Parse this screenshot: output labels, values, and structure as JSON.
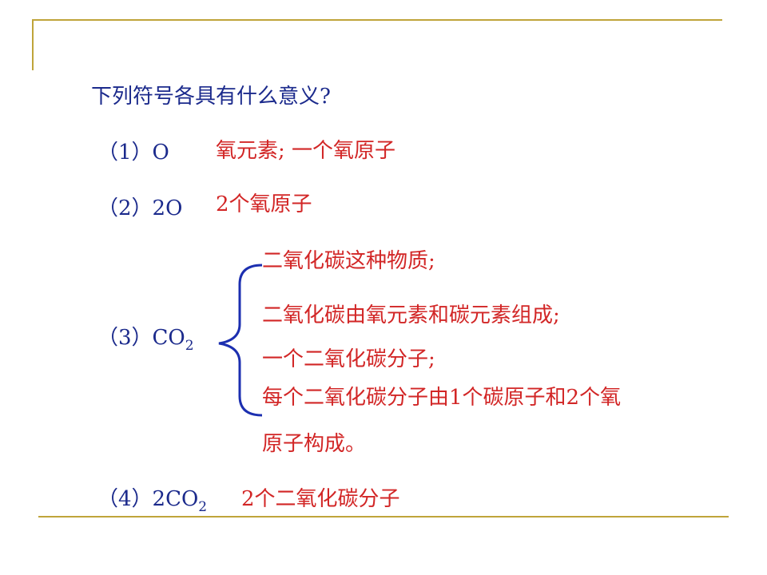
{
  "question": "下列符号各具有什么意义?",
  "items": [
    {
      "label": "（1）O",
      "answer": "氧元素; 一个氧原子"
    },
    {
      "label": "（2）2O",
      "answer": "2个氧原子"
    },
    {
      "label_prefix": "（3）CO",
      "label_sub": "2",
      "meanings": [
        "二氧化碳这种物质;",
        "二氧化碳由氧元素和碳元素组成;",
        "一个二氧化碳分子;",
        "每个二氧化碳分子由1个碳原子和2个氧",
        "原子构成。"
      ]
    },
    {
      "label_prefix": "（4）2CO",
      "label_sub": "2",
      "answer": "2个二氧化碳分子"
    }
  ],
  "colors": {
    "label": "#1b2a8c",
    "answer": "#d22626",
    "rule": "#bfa43a",
    "brace": "#1c2fb0"
  }
}
